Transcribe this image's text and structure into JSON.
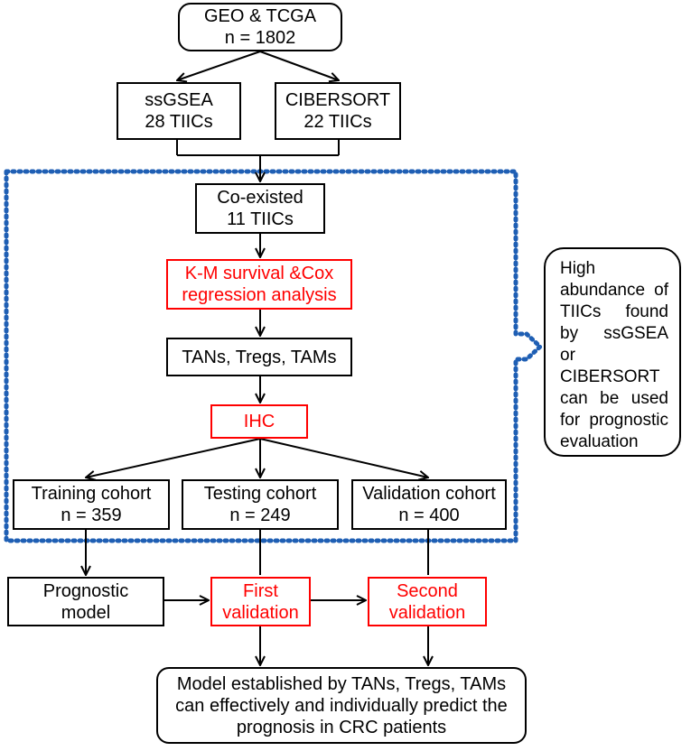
{
  "colors": {
    "highlight": "#ff0000",
    "dotted_outline": "#1f5fb4",
    "line": "#000000"
  },
  "nodes": {
    "source": [
      "GEO & TCGA",
      "n = 1802"
    ],
    "ssgsea": [
      "ssGSEA",
      "28 TIICs"
    ],
    "cibersort": [
      "CIBERSORT",
      "22 TIICs"
    ],
    "coexisted": [
      "Co-existed",
      "11 TIICs"
    ],
    "km_cox": [
      "K-M survival &Cox",
      "regression analysis"
    ],
    "cells": [
      "TANs, Tregs, TAMs"
    ],
    "ihc": [
      "IHC"
    ],
    "training": [
      "Training cohort",
      "n = 359"
    ],
    "testing": [
      "Testing cohort",
      "n = 249"
    ],
    "validation": [
      "Validation cohort",
      "n = 400"
    ],
    "prognostic": [
      "Prognostic",
      "model"
    ],
    "first_validation": [
      "First",
      "validation"
    ],
    "second_validation": [
      "Second",
      "validation"
    ],
    "conclusion": [
      "Model established by TANs, Tregs, TAMs",
      "can effectively and individually predict the",
      "prognosis in CRC patients"
    ]
  },
  "note": [
    "High",
    "abundance of",
    "TIICs found",
    "by ssGSEA",
    "or",
    "CIBERSORT",
    "can be used",
    "for prognostic",
    "evaluation"
  ]
}
